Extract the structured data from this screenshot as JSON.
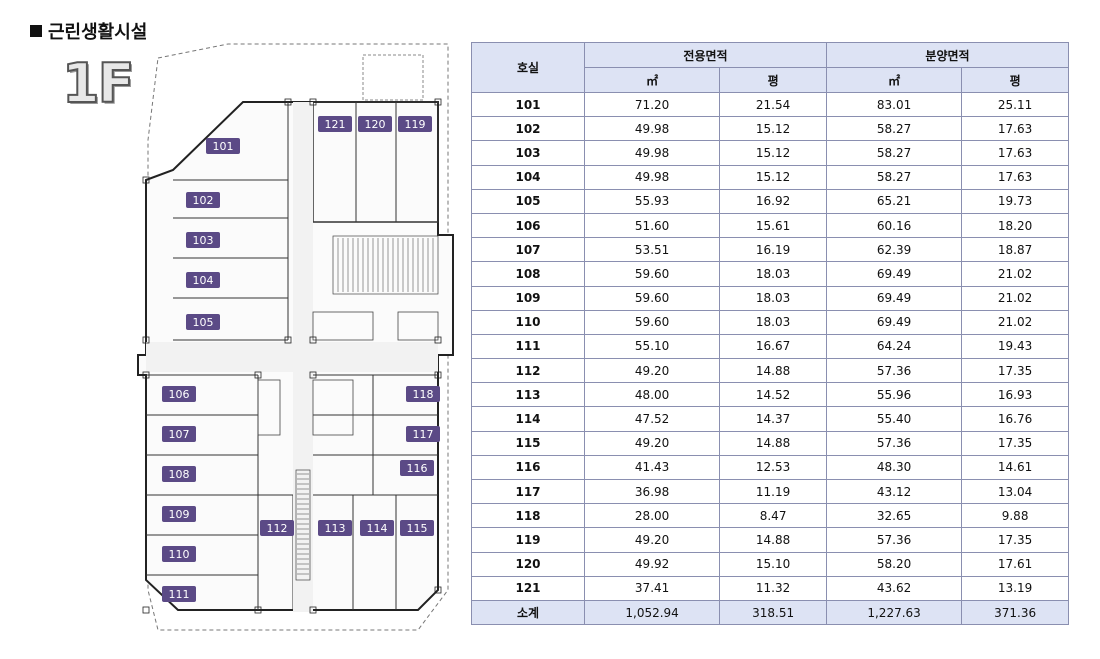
{
  "section": {
    "title": "근린생활시설",
    "floor": "1F"
  },
  "table": {
    "col_room": "호실",
    "group_exclusive": "전용면적",
    "group_sale": "분양면적",
    "unit_m2": "㎡",
    "unit_pyeong": "평",
    "rows": [
      [
        "101",
        "71.20",
        "21.54",
        "83.01",
        "25.11"
      ],
      [
        "102",
        "49.98",
        "15.12",
        "58.27",
        "17.63"
      ],
      [
        "103",
        "49.98",
        "15.12",
        "58.27",
        "17.63"
      ],
      [
        "104",
        "49.98",
        "15.12",
        "58.27",
        "17.63"
      ],
      [
        "105",
        "55.93",
        "16.92",
        "65.21",
        "19.73"
      ],
      [
        "106",
        "51.60",
        "15.61",
        "60.16",
        "18.20"
      ],
      [
        "107",
        "53.51",
        "16.19",
        "62.39",
        "18.87"
      ],
      [
        "108",
        "59.60",
        "18.03",
        "69.49",
        "21.02"
      ],
      [
        "109",
        "59.60",
        "18.03",
        "69.49",
        "21.02"
      ],
      [
        "110",
        "59.60",
        "18.03",
        "69.49",
        "21.02"
      ],
      [
        "111",
        "55.10",
        "16.67",
        "64.24",
        "19.43"
      ],
      [
        "112",
        "49.20",
        "14.88",
        "57.36",
        "17.35"
      ],
      [
        "113",
        "48.00",
        "14.52",
        "55.96",
        "16.93"
      ],
      [
        "114",
        "47.52",
        "14.37",
        "55.40",
        "16.76"
      ],
      [
        "115",
        "49.20",
        "14.88",
        "57.36",
        "17.35"
      ],
      [
        "116",
        "41.43",
        "12.53",
        "48.30",
        "14.61"
      ],
      [
        "117",
        "36.98",
        "11.19",
        "43.12",
        "13.04"
      ],
      [
        "118",
        "28.00",
        "8.47",
        "32.65",
        "9.88"
      ],
      [
        "119",
        "49.20",
        "14.88",
        "57.36",
        "17.35"
      ],
      [
        "120",
        "49.92",
        "15.10",
        "58.20",
        "17.61"
      ],
      [
        "121",
        "37.41",
        "11.32",
        "43.62",
        "13.19"
      ]
    ],
    "total": [
      "소계",
      "1,052.94",
      "318.51",
      "1,227.63",
      "371.36"
    ]
  },
  "plan": {
    "tag_color": "#5b4a86",
    "units": [
      {
        "label": "101"
      },
      {
        "label": "102"
      },
      {
        "label": "103"
      },
      {
        "label": "104"
      },
      {
        "label": "105"
      },
      {
        "label": "106"
      },
      {
        "label": "107"
      },
      {
        "label": "108"
      },
      {
        "label": "109"
      },
      {
        "label": "110"
      },
      {
        "label": "111"
      },
      {
        "label": "112"
      },
      {
        "label": "113"
      },
      {
        "label": "114"
      },
      {
        "label": "115"
      },
      {
        "label": "116"
      },
      {
        "label": "117"
      },
      {
        "label": "118"
      },
      {
        "label": "119"
      },
      {
        "label": "120"
      },
      {
        "label": "121"
      }
    ]
  }
}
